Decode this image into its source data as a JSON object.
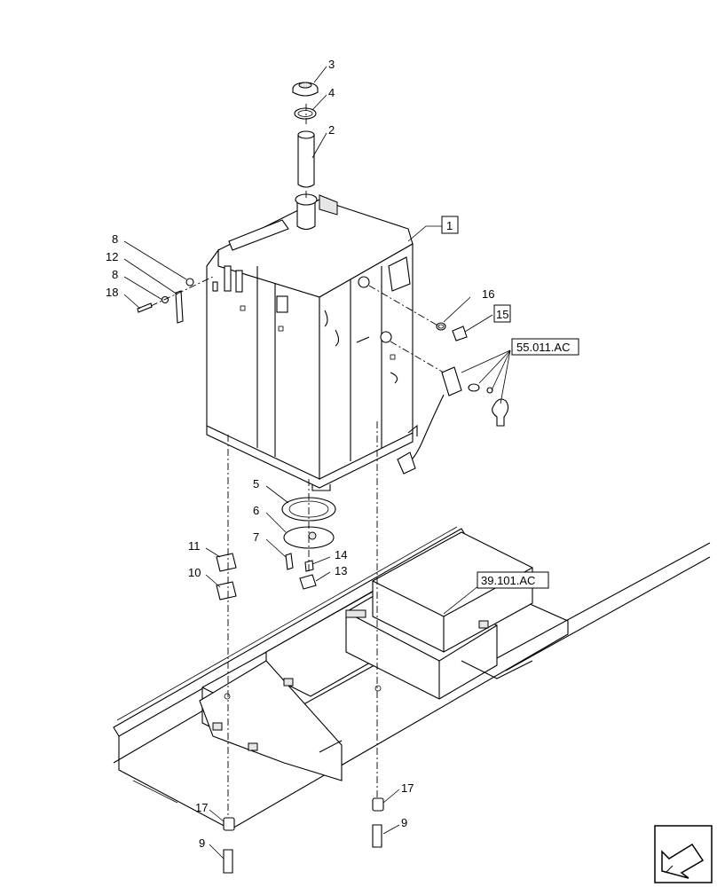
{
  "callouts": {
    "c3": "3",
    "c4": "4",
    "c2": "2",
    "c1": "1",
    "c8a": "8",
    "c12": "12",
    "c8b": "8",
    "c18": "18",
    "c16": "16",
    "c15": "15",
    "c5": "5",
    "c6": "6",
    "c7": "7",
    "c14": "14",
    "c13": "13",
    "c11": "11",
    "c10": "10",
    "c17a": "17",
    "c9a": "9",
    "c17b": "17",
    "c9b": "9"
  },
  "references": {
    "ref_55011": "55.011.AC",
    "ref_39101": "39.101.AC"
  },
  "icons": {
    "nav": "page-nav-arrow-icon"
  }
}
